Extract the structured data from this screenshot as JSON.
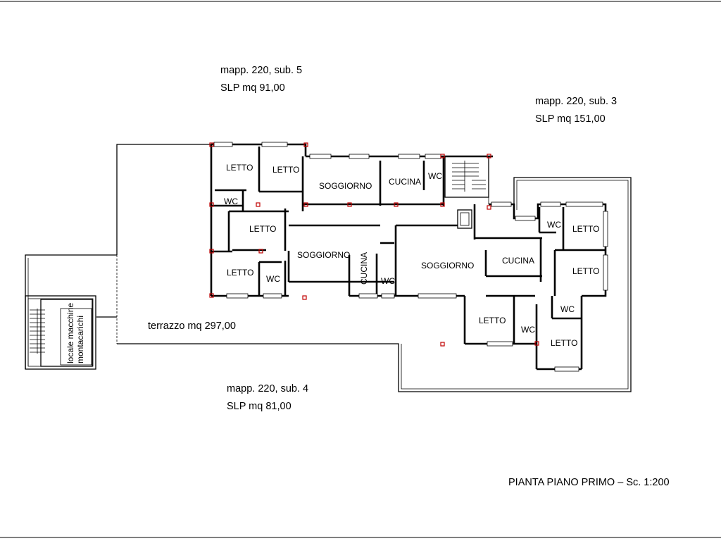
{
  "annotations": {
    "sub5_ref": "mapp. 220, sub. 5",
    "sub5_slp": "SLP mq 91,00",
    "sub3_ref": "mapp. 220, sub. 3",
    "sub3_slp": "SLP mq 151,00",
    "sub4_ref": "mapp. 220, sub. 4",
    "sub4_slp": "SLP mq 81,00",
    "terrace": "terrazzo mq 297,00",
    "title": "PIANTA PIANO PRIMO – Sc. 1:200"
  },
  "rooms": {
    "letto": "LETTO",
    "wc": "WC",
    "soggiorno": "SOGGIORNO",
    "cucina": "CUCINA",
    "locale_line1": "locale macchine",
    "locale_line2": "montacarichi"
  },
  "colors": {
    "lines": "#000000",
    "pillars": "#c00000",
    "background": "#ffffff"
  }
}
